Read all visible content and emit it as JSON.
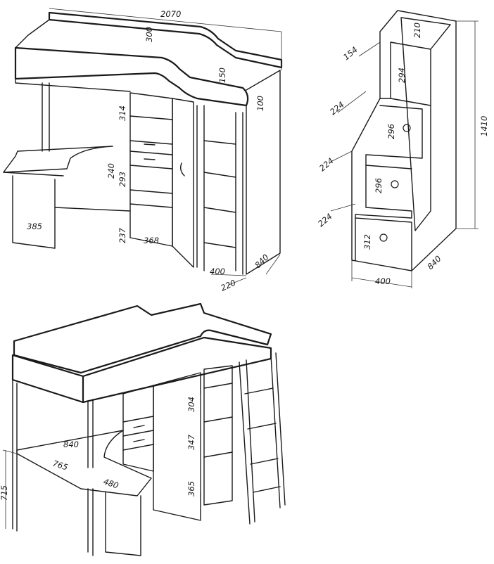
{
  "views": {
    "front": {
      "dims": {
        "width": "2070",
        "top_rail": "300",
        "front_rail": "150",
        "side_rail": "100",
        "shelf_top": "314",
        "shelf_mid_a": "240",
        "shelf_mid_b": "293",
        "shelf_bottom": "237",
        "desk_leg": "385",
        "cabinet_width": "368",
        "ladder_width": "400",
        "ladder_offset": "220",
        "depth": "840"
      }
    },
    "stairs": {
      "dims": {
        "top_step": "154",
        "step_a": "224",
        "step_b": "224",
        "step_c": "224",
        "top_cell": "210",
        "cell_1": "294",
        "cell_2": "296",
        "cell_3": "296",
        "cell_4": "312",
        "height": "1410",
        "width": "400",
        "depth": "840"
      }
    },
    "iso": {
      "dims": {
        "desk_depth": "840",
        "desk_inner": "765",
        "desk_ext": "480",
        "desk_height": "715",
        "shelf_1": "304",
        "shelf_2": "347",
        "shelf_3": "365"
      }
    }
  }
}
